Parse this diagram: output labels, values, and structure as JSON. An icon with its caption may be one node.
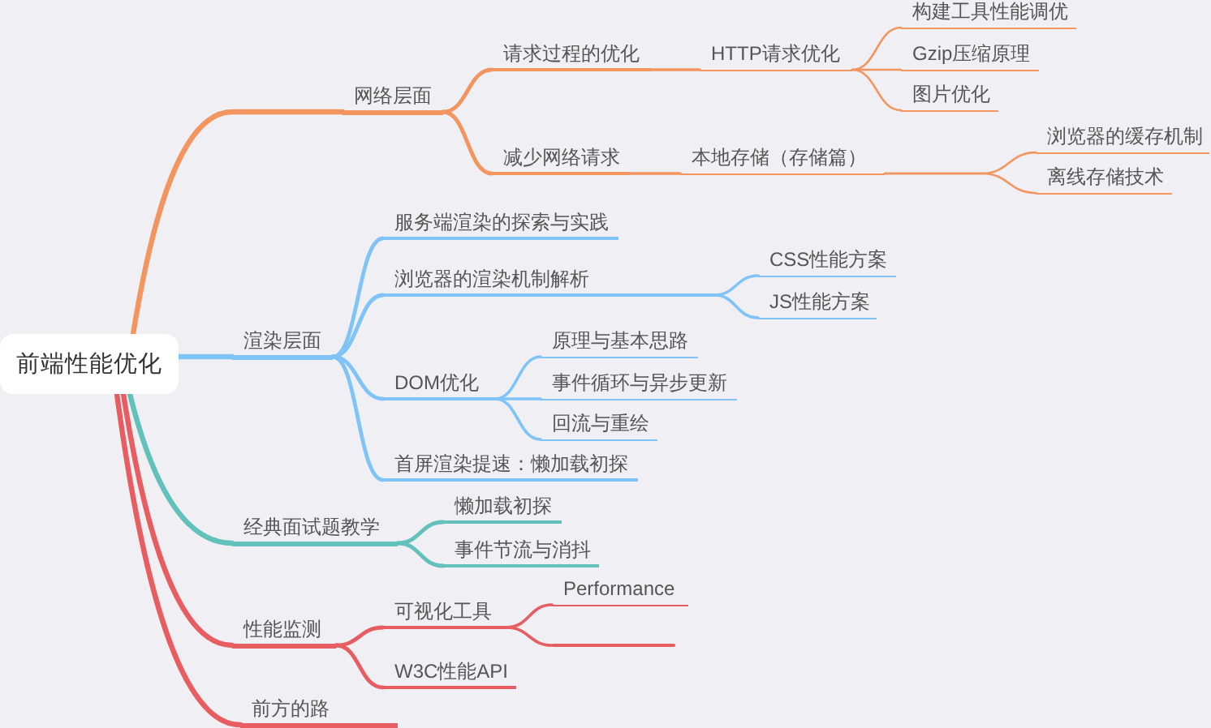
{
  "diagram": {
    "nodes": [
      {
        "text": [
          "前端性能优化"
        ]
      },
      {
        "text": [
          "网络层面"
        ]
      },
      {
        "text": [
          "请求过程的优化"
        ]
      },
      {
        "text": [
          "HTTP请求优化"
        ]
      },
      {
        "text": [
          "构建工具性能调优"
        ]
      },
      {
        "text": [
          "Gzip压缩原理"
        ]
      },
      {
        "text": [
          "图片优化"
        ]
      },
      {
        "text": [
          "减少网络请求"
        ]
      },
      {
        "text": [
          "本地存储（存储篇）"
        ]
      },
      {
        "text": [
          "浏览器的缓存机制"
        ]
      },
      {
        "text": [
          "离线存储技术"
        ]
      },
      {
        "text": [
          "渲染层面"
        ]
      },
      {
        "text": [
          "服务端渲染的探索与实践"
        ]
      },
      {
        "text": [
          "浏览器的渲染机制解析"
        ]
      },
      {
        "text": [
          "CSS性能方案"
        ]
      },
      {
        "text": [
          "JS性能方案"
        ]
      },
      {
        "text": [
          "DOM优化"
        ]
      },
      {
        "text": [
          "原理与基本思路"
        ]
      },
      {
        "text": [
          "事件循环与异步更新"
        ]
      },
      {
        "text": [
          "回流与重绘"
        ]
      },
      {
        "text": [
          "首屏渲染提速：懒加载初探"
        ]
      },
      {
        "text": [
          "经典面试题教学"
        ]
      },
      {
        "text": [
          "懒加载初探"
        ]
      },
      {
        "text": [
          "事件节流与消抖"
        ]
      },
      {
        "text": [
          "性能监测"
        ]
      },
      {
        "text": [
          "可视化工具"
        ]
      },
      {
        "text": [
          "Performance"
        ]
      },
      {
        "text": [],
        "shape": "bar"
      },
      {
        "text": [
          "W3C性能API"
        ]
      },
      {
        "text": [
          "前方的路"
        ]
      }
    ],
    "edges": [
      {
        "from": 0,
        "to": 1,
        "arrow": "none",
        "color": "#f2955f"
      },
      {
        "from": 1,
        "to": 2,
        "arrow": "none",
        "color": "#f2955f"
      },
      {
        "from": 2,
        "to": 3,
        "arrow": "none",
        "color": "#f2955f"
      },
      {
        "from": 3,
        "to": 4,
        "arrow": "none",
        "color": "#f2955f"
      },
      {
        "from": 3,
        "to": 5,
        "arrow": "none",
        "color": "#f2955f"
      },
      {
        "from": 3,
        "to": 6,
        "arrow": "none",
        "color": "#f2955f"
      },
      {
        "from": 1,
        "to": 7,
        "arrow": "none",
        "color": "#f2955f"
      },
      {
        "from": 7,
        "to": 8,
        "arrow": "none",
        "color": "#f2955f"
      },
      {
        "from": 8,
        "to": 9,
        "arrow": "none",
        "color": "#f2955f"
      },
      {
        "from": 8,
        "to": 10,
        "arrow": "none",
        "color": "#f2955f"
      },
      {
        "from": 0,
        "to": 11,
        "arrow": "none",
        "color": "#80c4f7"
      },
      {
        "from": 11,
        "to": 12,
        "arrow": "none",
        "color": "#80c4f7"
      },
      {
        "from": 11,
        "to": 13,
        "arrow": "none",
        "color": "#80c4f7"
      },
      {
        "from": 13,
        "to": 14,
        "arrow": "none",
        "color": "#80c4f7"
      },
      {
        "from": 13,
        "to": 15,
        "arrow": "none",
        "color": "#80c4f7"
      },
      {
        "from": 11,
        "to": 16,
        "arrow": "none",
        "color": "#80c4f7"
      },
      {
        "from": 16,
        "to": 17,
        "arrow": "none",
        "color": "#80c4f7"
      },
      {
        "from": 16,
        "to": 18,
        "arrow": "none",
        "color": "#80c4f7"
      },
      {
        "from": 16,
        "to": 19,
        "arrow": "none",
        "color": "#80c4f7"
      },
      {
        "from": 11,
        "to": 20,
        "arrow": "none",
        "color": "#80c4f7"
      },
      {
        "from": 0,
        "to": 21,
        "arrow": "none",
        "color": "#62c1bb"
      },
      {
        "from": 21,
        "to": 22,
        "arrow": "none",
        "color": "#62c1bb"
      },
      {
        "from": 21,
        "to": 23,
        "arrow": "none",
        "color": "#62c1bb"
      },
      {
        "from": 0,
        "to": 24,
        "arrow": "none",
        "color": "#e85d61"
      },
      {
        "from": 24,
        "to": 25,
        "arrow": "none",
        "color": "#e85d61"
      },
      {
        "from": 25,
        "to": 26,
        "arrow": "none",
        "color": "#e85d61"
      },
      {
        "from": 25,
        "to": 27,
        "arrow": "none",
        "color": "#e85d61"
      },
      {
        "from": 24,
        "to": 28,
        "arrow": "none",
        "color": "#e85d61"
      },
      {
        "from": 0,
        "to": 29,
        "arrow": "none",
        "color": "#e85d61"
      }
    ]
  }
}
